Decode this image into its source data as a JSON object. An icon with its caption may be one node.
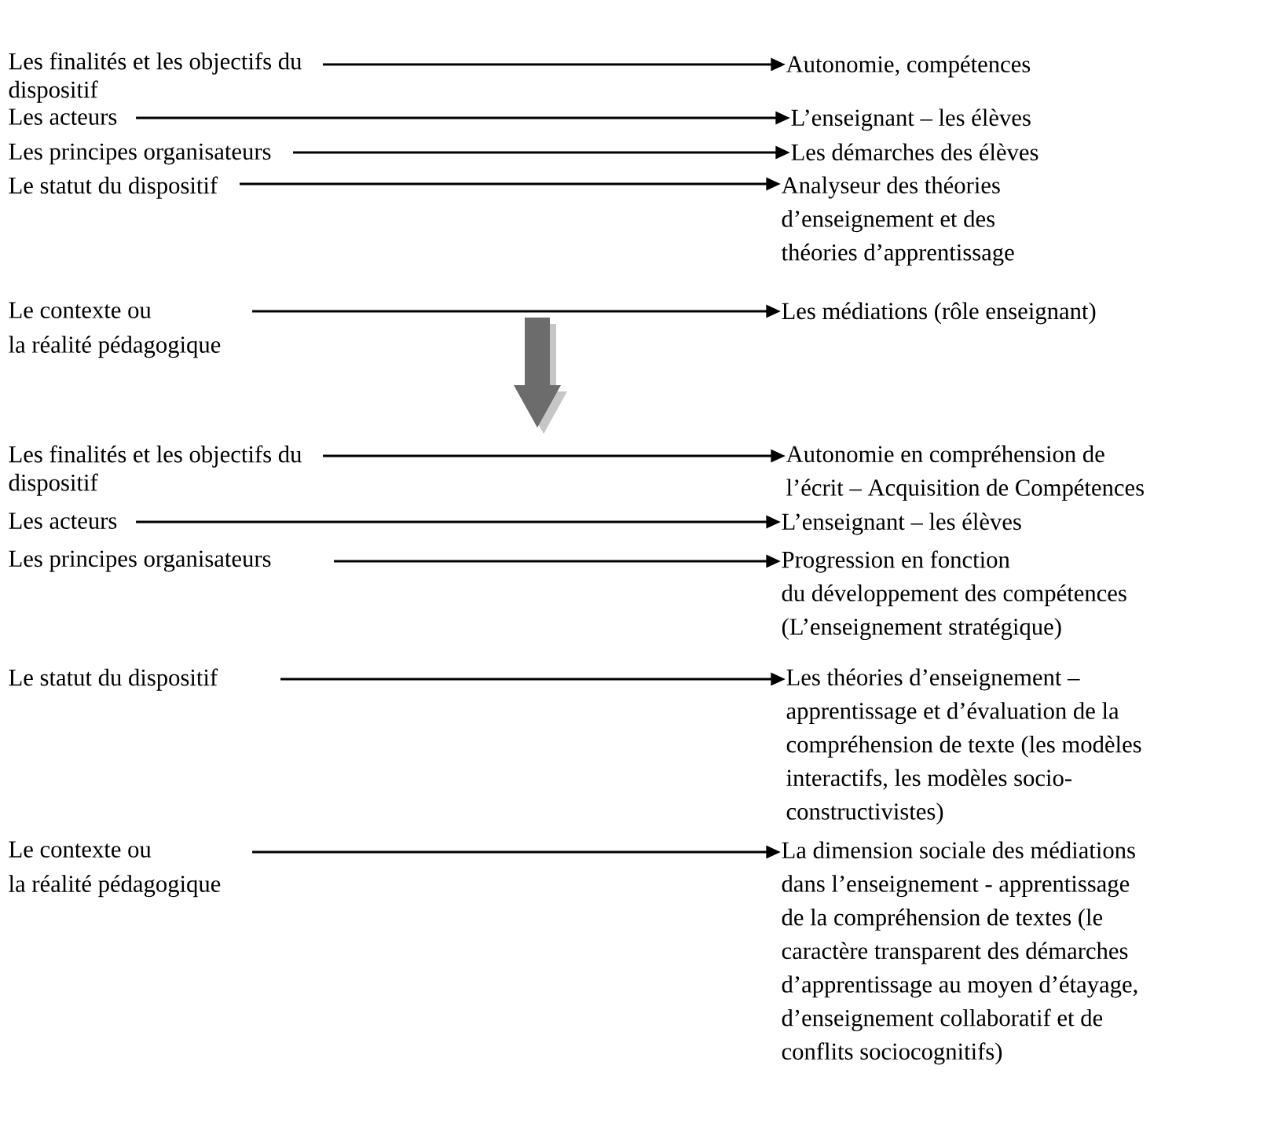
{
  "diagram": {
    "nodes": [
      {
        "text": [
          "Les finalités et les objectifs du dispositif"
        ]
      },
      {
        "text": [
          "Autonomie, compétences"
        ]
      },
      {
        "text": [
          "Les acteurs"
        ]
      },
      {
        "text": [
          "L’enseignant – les élèves"
        ]
      },
      {
        "text": [
          "Les principes organisateurs"
        ]
      },
      {
        "text": [
          "Les démarches des élèves"
        ]
      },
      {
        "text": [
          "Le statut du dispositif"
        ]
      },
      {
        "text": [
          "Analyseur des théories d’enseignement et des théories d’apprentissage"
        ]
      },
      {
        "text": [
          "Le contexte ou la réalité pédagogique"
        ]
      },
      {
        "text": [
          "Les médiations (rôle enseignant)"
        ]
      },
      {
        "text": [
          "Les finalités et les objectifs du dispositif"
        ]
      },
      {
        "text": [
          "Autonomie en compréhension de l’écrit – Acquisition de Compétences"
        ]
      },
      {
        "text": [
          "Les acteurs"
        ]
      },
      {
        "text": [
          "L’enseignant – les élèves"
        ]
      },
      {
        "text": [
          "Les principes organisateurs"
        ]
      },
      {
        "text": [
          "Progression en fonction du développement des compétences (L’enseignement stratégique)"
        ]
      },
      {
        "text": [
          "Le statut du dispositif"
        ]
      },
      {
        "text": [
          "Les théories d’enseignement – apprentissage et d’évaluation de la compréhension de texte (les modèles interactifs, les modèles socio-constructivistes)"
        ]
      },
      {
        "text": [
          "Le contexte ou la réalité pédagogique"
        ]
      },
      {
        "text": [
          "La dimension sociale des médiations dans l’enseignement - apprentissage de la compréhension de textes (le caractère transparent des démarches d’apprentissage au moyen d’étayage, d’enseignement collaboratif et de conflits sociocognitifs)"
        ]
      }
    ],
    "edges": [
      {
        "from": 0,
        "to": 1,
        "arrow": "to"
      },
      {
        "from": 2,
        "to": 3,
        "arrow": "to"
      },
      {
        "from": 4,
        "to": 5,
        "arrow": "to"
      },
      {
        "from": 6,
        "to": 7,
        "arrow": "to"
      },
      {
        "from": 8,
        "to": 9,
        "arrow": "to"
      },
      {
        "from": 10,
        "to": 11,
        "arrow": "to"
      },
      {
        "from": 12,
        "to": 13,
        "arrow": "to"
      },
      {
        "from": 14,
        "to": 15,
        "arrow": "to"
      },
      {
        "from": 16,
        "to": 17,
        "arrow": "to"
      },
      {
        "from": 18,
        "to": 19,
        "arrow": "to"
      }
    ]
  }
}
